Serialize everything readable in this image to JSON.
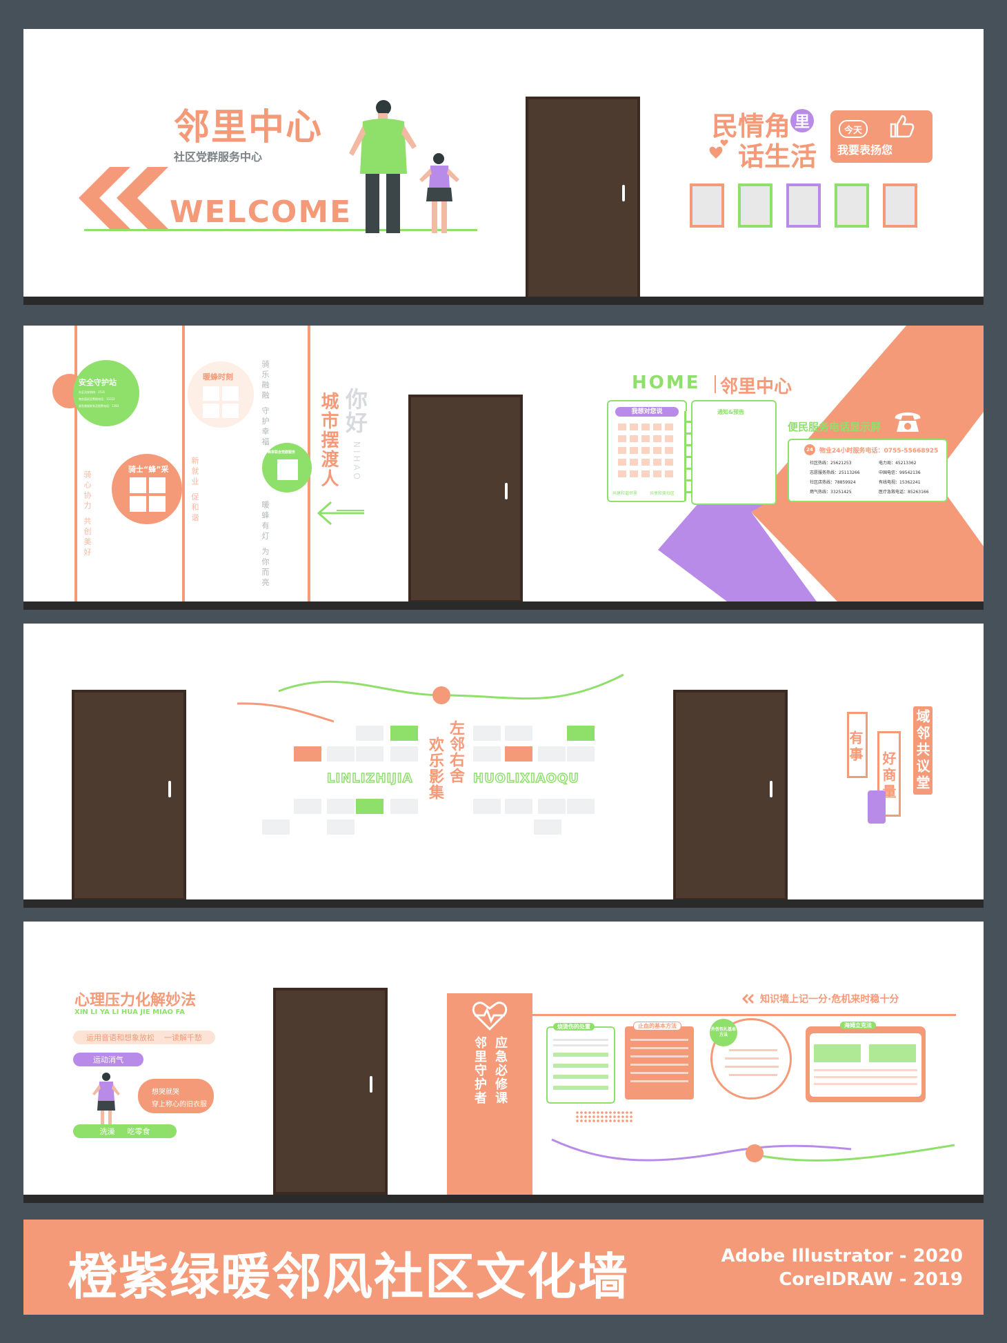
{
  "panel1": {
    "title": "邻里中心",
    "subtitle": "社区党群服务中心",
    "welcome": "WELCOME",
    "minqing_line1": "民情角",
    "minqing_li": "里",
    "minqing_line2": "话生活",
    "badge_top": "今天",
    "badge_bottom": "我要表扬您"
  },
  "panel2": {
    "safety_title": "安全守护站",
    "safety_lines": [
      "社区治安热线：2531",
      "物业值班及警报电话：15322",
      "紧急救援联系及报警电话：1283"
    ],
    "knight_title": "骑士“蜂”采",
    "morning": "暖蜂时刻",
    "volunteer": "蜂享联合党群服务",
    "vert_1": "骑心协力 共创美好",
    "vert_2": "新就业 促和谐",
    "vert_3": "骑乐融融 守护幸福",
    "vert_4": "暖蜂有灯 为你而亮",
    "nihao": "你好",
    "nihao_en": "NIHAO",
    "city_line": "城市摆渡人",
    "home_title": "HOME",
    "home_sub": "邻里中心",
    "board1_title": "我想对您说",
    "board1_footer_left": "共建和谐邻里",
    "board1_footer_right": "共享和美社区",
    "board2_title": "通知&预告",
    "service_title": "便民服务电话显示屏",
    "service_24": "24",
    "service_hotline": "物业24小时服务电话：0755-55668925",
    "phones": [
      [
        "社区热线：25621253",
        "电力局：45213362"
      ],
      [
        "志愿服务热线：25113266",
        "中国电信：99542136"
      ],
      [
        "社区店热线：78859924",
        "有线电视：15362241"
      ],
      [
        "燃气热线：33251425",
        "医疗急救电话：85263166"
      ]
    ]
  },
  "panel3": {
    "vert_center_1": "左邻右舍",
    "vert_center_2": "欢乐影集",
    "lin_en": "LINLIZHIJIA",
    "huo_en": "HUOLIXIAOQU",
    "you_shi": "有事",
    "hao_shang_liang": "好商量",
    "yu_bu": "域邻共议堂"
  },
  "panel4": {
    "psy_title": "心理压力化解妙法",
    "psy_en": "XIN LI YA LI HUA JIE MIAO FA",
    "pill1": "运用音语和想象放松",
    "pill1b": "一读解千愁",
    "pill2": "运动消气",
    "pill3a": "想哭就哭",
    "pill3b": "穿上称心的旧衣服",
    "pill4a": "洗澡",
    "pill4b": "吃零食",
    "emergency_vert_1": "应急必修课",
    "emergency_vert_2": "邻里守护者",
    "knowledge": "知识墙上记一分·危机来时稳十分",
    "card1_title": "烧烫伤的处置",
    "card2_title": "止血的基本方法",
    "card3_title": "外伤包扎基本方法",
    "card4_title": "海姆立克法"
  },
  "footer": {
    "title": "橙紫绿暖邻风社区文化墙",
    "software1": "Adobe Illustrator - 2020",
    "software2": "CorelDRAW - 2019"
  },
  "colors": {
    "orange": "#f59a78",
    "green": "#8ee06a",
    "purple": "#b88be8",
    "door": "#4e3b2f",
    "background": "#475159"
  }
}
